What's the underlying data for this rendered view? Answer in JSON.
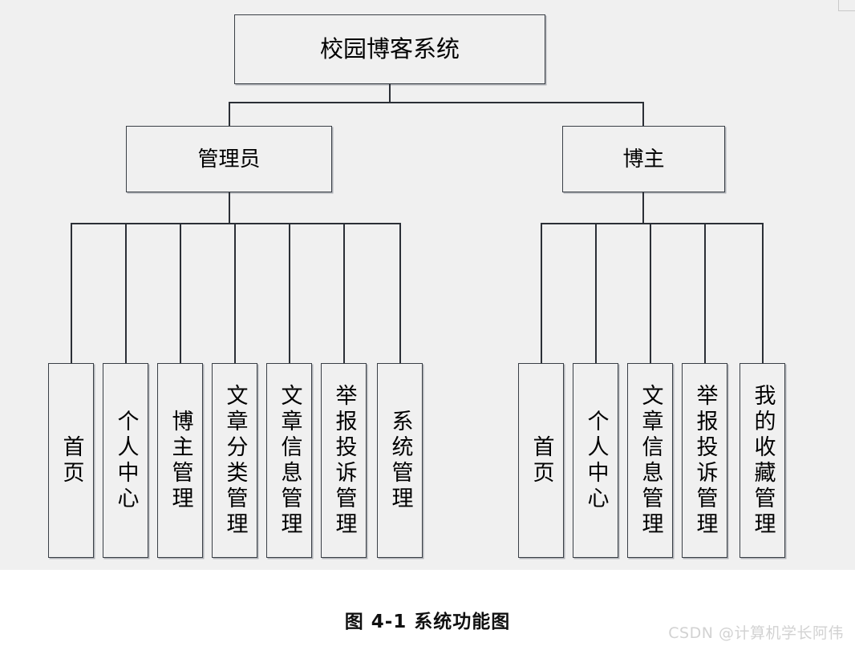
{
  "diagram": {
    "type": "tree",
    "title": "校园博客系统",
    "caption": "图 4-1  系统功能图",
    "watermark": "CSDN @计算机学长阿伟",
    "colors": {
      "canvas_background": "#f0f0f0",
      "page_background": "#ffffff",
      "box_border": "#3a3f46",
      "box_fill": "#f0f0f0",
      "line": "#2b2f36",
      "text": "#000000",
      "caption_text": "#101010",
      "watermark_text": "#d2d2d2"
    },
    "root": {
      "label": "校园博客系统"
    },
    "branches": [
      {
        "key": "admin",
        "label": "管理员",
        "leaves": [
          {
            "label": "首页"
          },
          {
            "label": "个人中心"
          },
          {
            "label": "博主管理"
          },
          {
            "label": "文章分类管理"
          },
          {
            "label": "文章信息管理"
          },
          {
            "label": "举报投诉管理"
          },
          {
            "label": "系统管理"
          }
        ]
      },
      {
        "key": "blogger",
        "label": "博主",
        "leaves": [
          {
            "label": "首页"
          },
          {
            "label": "个人中心"
          },
          {
            "label": "文章信息管理"
          },
          {
            "label": "举报投诉管理"
          },
          {
            "label": "我的收藏管理"
          }
        ]
      }
    ]
  }
}
